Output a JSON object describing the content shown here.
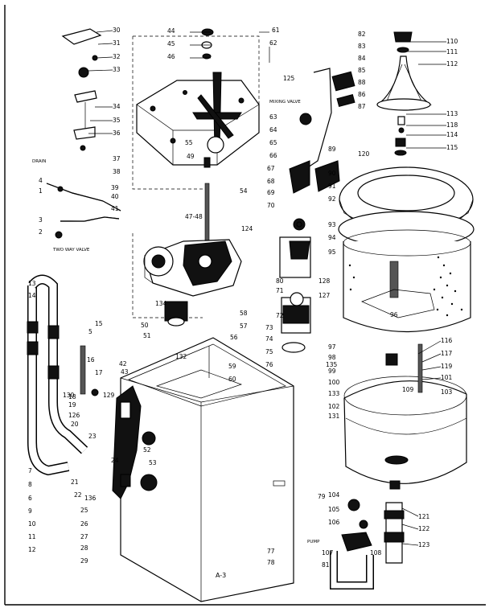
{
  "callouts": [
    "30",
    "31",
    "32",
    "33",
    "34",
    "35",
    "36",
    "37",
    "38",
    "39",
    "40",
    "41",
    "42",
    "43",
    "44",
    "45",
    "46",
    "47-48",
    "49",
    "50",
    "51",
    "52",
    "53",
    "54",
    "55",
    "56",
    "57",
    "58",
    "59",
    "60",
    "61",
    "62",
    "63",
    "64",
    "65",
    "66",
    "67",
    "68",
    "69",
    "70",
    "71",
    "72",
    "73",
    "74",
    "75",
    "76",
    "77",
    "78",
    "79",
    "80",
    "81",
    "82",
    "83",
    "84",
    "85",
    "86",
    "87",
    "88",
    "89",
    "90",
    "91",
    "92",
    "93",
    "94",
    "95",
    "96",
    "97",
    "98",
    "99",
    "100",
    "101",
    "102",
    "103",
    "104",
    "105",
    "106",
    "107",
    "108",
    "109",
    "110",
    "111",
    "112",
    "113",
    "114",
    "115",
    "116",
    "117",
    "118",
    "119",
    "120",
    "121",
    "122",
    "123",
    "124",
    "125",
    "126",
    "127",
    "128",
    "129",
    "130",
    "131",
    "132",
    "133",
    "134",
    "135",
    "136",
    "1",
    "2",
    "3",
    "4",
    "5",
    "6",
    "7",
    "8",
    "9",
    "10",
    "11",
    "12",
    "13",
    "14",
    "15",
    "16",
    "17",
    "18",
    "19",
    "20",
    "21",
    "22",
    "23",
    "24",
    "25",
    "26",
    "27",
    "28",
    "29"
  ],
  "captions": {
    "drain": "DRAIN",
    "two_way_valve": "TWO WAY VALVE",
    "mixing_valve": "MIXING VALVE",
    "pump": "PUMP",
    "page": "A-3"
  }
}
